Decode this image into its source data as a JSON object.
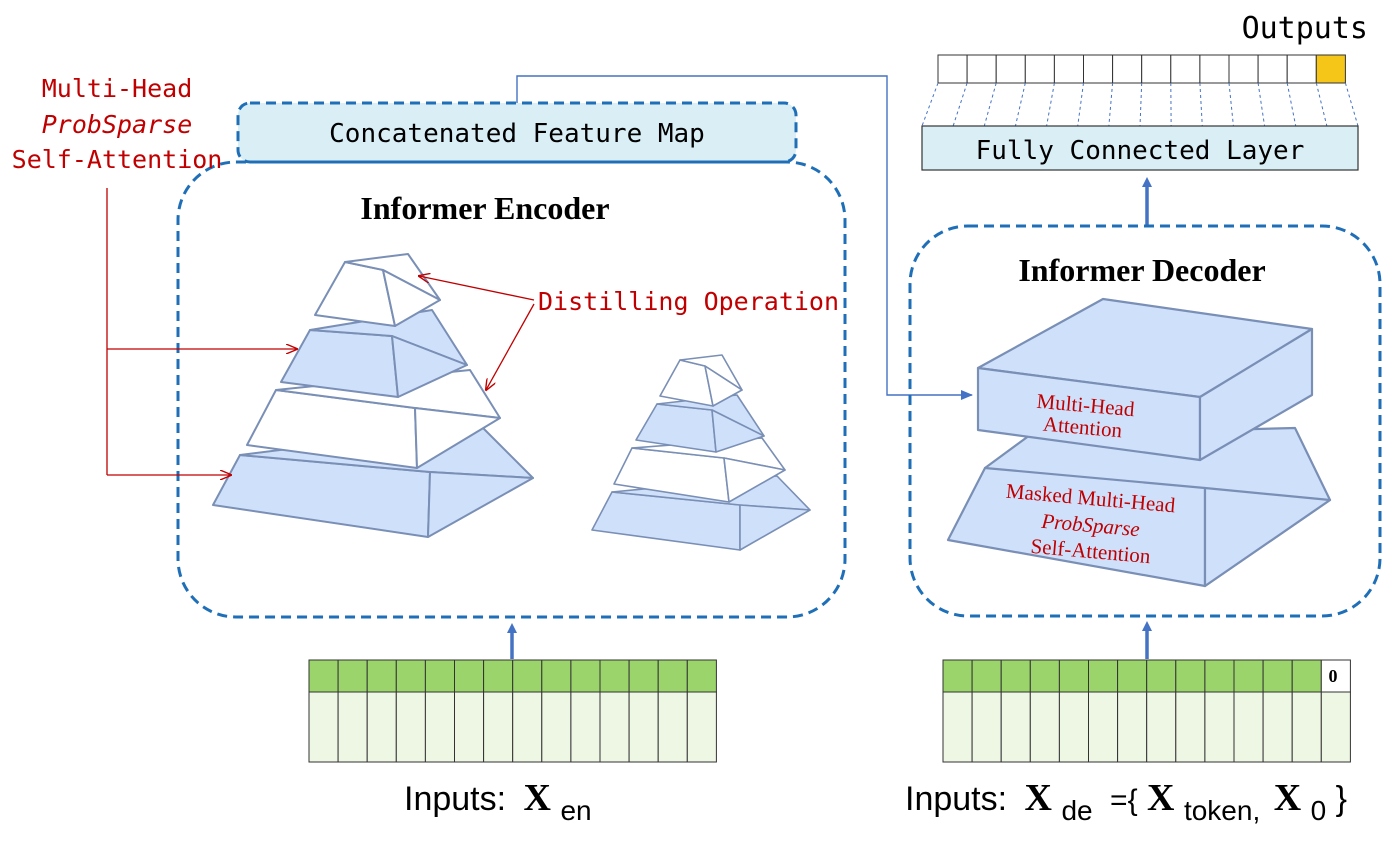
{
  "labels": {
    "outputs": "Outputs",
    "concat_map": "Concatenated Feature Map",
    "fc_layer": "Fully Connected Layer",
    "encoder_title": "Informer Encoder",
    "decoder_title": "Informer Decoder",
    "mh_line1": "Multi-Head",
    "mh_line2": "ProbSparse",
    "mh_line3": "Self-Attention",
    "distilling": "Distilling Operation",
    "dec_attn_line1": "Multi-Head",
    "dec_attn_line2": "Attention",
    "dec_mask_line1": "Masked Multi-Head",
    "dec_mask_line2": "ProbSparse",
    "dec_mask_line3": "Self-Attention",
    "zero_cell": "0",
    "enc_input_prefix": "Inputs:",
    "enc_input_var": "X",
    "enc_input_sub": "en",
    "dec_input_prefix": "Inputs:",
    "dec_input_var": "X",
    "dec_input_sub": "de",
    "dec_input_eq": "={",
    "dec_token_var": "X",
    "dec_token_sub": "token,",
    "dec_zero_var": "X",
    "dec_zero_sub": "0",
    "dec_close": "}"
  },
  "colors": {
    "dashed_box": "#1f6fb8",
    "pyramid_fill": "#cfe0fb",
    "pyramid_stroke": "#7a8fb5",
    "label_box": "#d9eef5",
    "green_row": "#9bd46a",
    "input_body": "#eef6e4",
    "output_highlight": "#f5c518",
    "annotation": "#c00000",
    "arrow": "#4472c4"
  }
}
